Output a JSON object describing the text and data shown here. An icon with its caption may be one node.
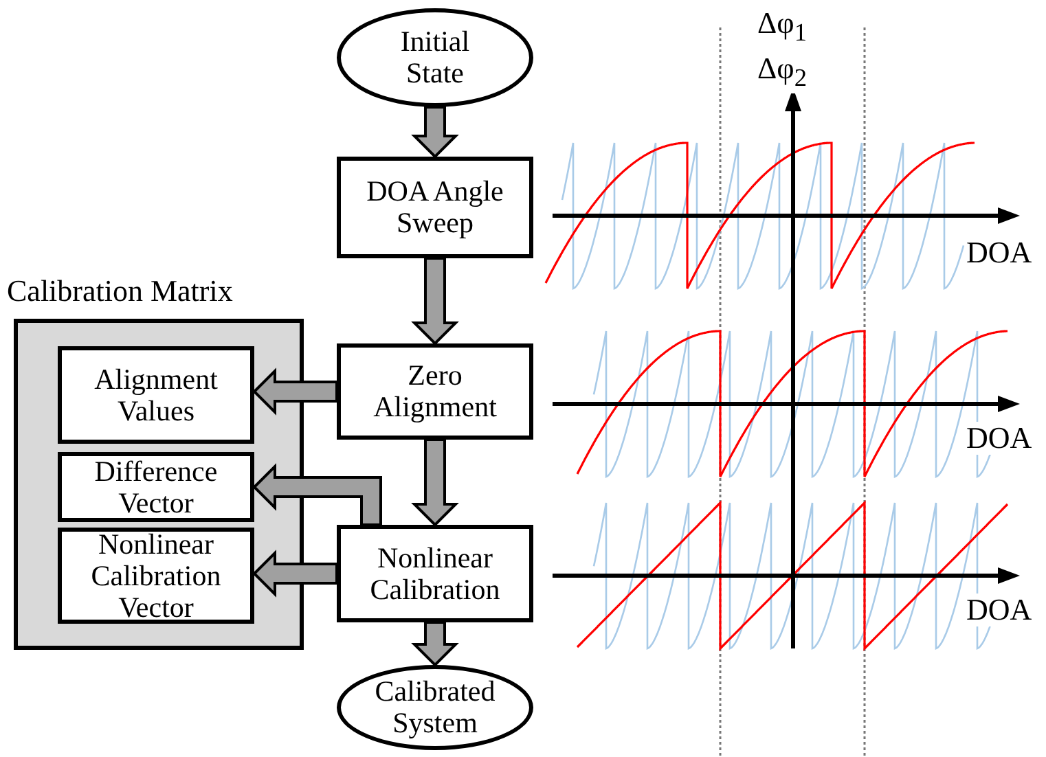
{
  "diagram": {
    "nodes": [
      {
        "text": [
          "Initial State"
        ]
      },
      {
        "text": [
          "DOA Angle Sweep"
        ]
      },
      {
        "text": [
          "Calibration Matrix"
        ]
      },
      {
        "text": [
          "Alignment Values"
        ],
        "in": 2
      },
      {
        "text": [
          "Difference Vector"
        ],
        "in": 2
      },
      {
        "text": [
          "Nonlinear Calibration Vector"
        ],
        "in": 2
      },
      {
        "text": [
          "Zero Alignment"
        ]
      },
      {
        "text": [
          "Nonlinear Calibration"
        ]
      },
      {
        "text": [
          "Calibrated System"
        ]
      }
    ],
    "edges": [
      {
        "from": 0,
        "to": 1,
        "arrow": "to"
      },
      {
        "from": 1,
        "to": 6,
        "arrow": "to"
      },
      {
        "from": 6,
        "to": 3,
        "arrow": "to"
      },
      {
        "from": 6,
        "to": 7,
        "arrow": "to"
      },
      {
        "from": 7,
        "to": 4,
        "arrow": "to"
      },
      {
        "from": 7,
        "to": 5,
        "arrow": "to"
      },
      {
        "from": 7,
        "to": 8,
        "arrow": "to"
      }
    ],
    "labels": [
      "Δφ$_{1}$",
      "Δφ$_{2}$",
      "DOA",
      "DOA",
      "DOA"
    ]
  }
}
